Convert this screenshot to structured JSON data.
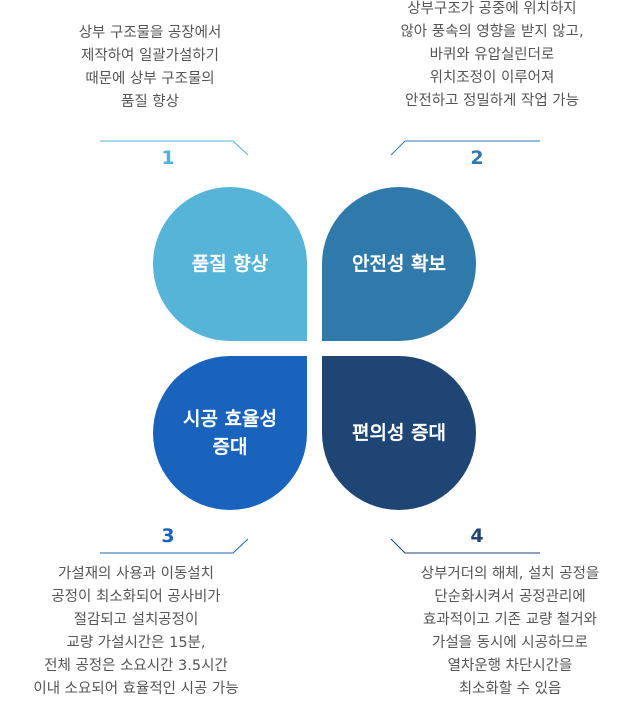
{
  "colors": {
    "q1": "#56b4d8",
    "q2": "#2f7aab",
    "q3": "#1a63bd",
    "q4": "#1e4573",
    "text": "#555555",
    "line_light": "#4fb3d9",
    "line_dark": "#1e4573"
  },
  "quadrants": [
    {
      "number": "1",
      "title_lines": [
        "품질 향상"
      ],
      "desc_lines": [
        "상부 구조물을 공장에서",
        "제작하여 일괄가설하기",
        "때문에 상부 구조물의",
        "품질 향상"
      ]
    },
    {
      "number": "2",
      "title_lines": [
        "안전성 확보"
      ],
      "desc_lines": [
        "상부구조가 공중에 위치하지",
        "않아 풍속의 영향을 받지 않고,",
        "바퀴와 유압실린더로",
        "위치조정이 이루어져",
        "안전하고 정밀하게 작업 가능"
      ]
    },
    {
      "number": "3",
      "title_lines": [
        "시공 효율성",
        "증대"
      ],
      "desc_lines": [
        "가설재의 사용과 이동설치",
        "공정이 최소화되어 공사비가",
        "절감되고 설치공정이",
        "교량 가설시간은 15분,",
        "전체 공정은 소요시간 3.5시간",
        "이내 소요되어 효율적인 시공 가능"
      ]
    },
    {
      "number": "4",
      "title_lines": [
        "편의성 증대"
      ],
      "desc_lines": [
        "상부거더의 해체, 설치 공정을",
        "단순화시켜서 공정관리에",
        "효과적이고 기존 교량 철거와",
        "가설을 동시에 시공하므로",
        "열차운행 차단시간을",
        "최소화할 수 있음"
      ]
    }
  ]
}
